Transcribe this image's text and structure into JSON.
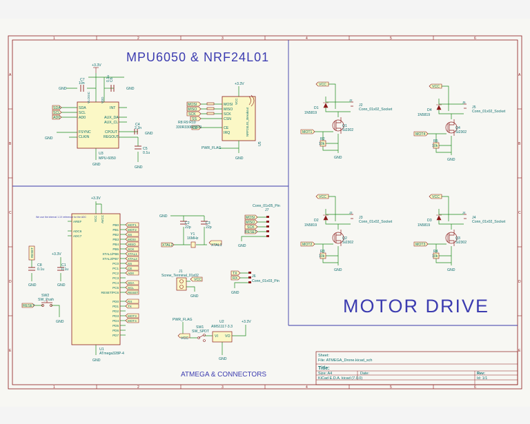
{
  "sections": {
    "mpu_title": "MPU6050 & NRF24L01",
    "atmega_title": "ATMEGA & CONNECTORS",
    "motor_title": "MOTOR DRIVE"
  },
  "border": {
    "letters": [
      "A",
      "B",
      "C",
      "D",
      "E"
    ],
    "numbers": [
      "1",
      "2",
      "3",
      "4",
      "5",
      "6"
    ]
  },
  "title_block": {
    "sheet": "Sheet:",
    "file": "File: ATMEGA_Drone.kicad_sch",
    "title": "Title:",
    "size": "Size: A4",
    "date": "Date:",
    "rev": "Rev:",
    "tool": "KiCad E.D.A.  kicad (7.0.0)",
    "id": "Id: 1/1"
  },
  "mpu": {
    "ref": "U3",
    "value": "MPU-6050",
    "c7_ref": "C7",
    "c7_val": "10n",
    "c6_ref": "C6",
    "c6_val": "0.1u",
    "c4_ref": "C4",
    "c4_val": "2.2n",
    "c5_ref": "C5",
    "c5_val": "0.1u",
    "vcc": "+3.3V",
    "pins_left": [
      "SDA",
      "SCL",
      "AD0",
      "FSYNC",
      "CLKIN"
    ],
    "pins_right": [
      "INT",
      "AUX_DA",
      "AUX_CL",
      "CPOUT",
      "REGOUT"
    ],
    "pin_vlogic": "VLOGIC",
    "pin_vdd": "VDD",
    "labels": [
      "SDA",
      "SCL",
      "AD0"
    ],
    "gnd": "GND"
  },
  "nrf": {
    "ref": "U5",
    "value": "NRF24L01_Breakout",
    "vcc": "+3.3V",
    "pins": [
      "MOSI",
      "MISO",
      "SCK",
      "CSN",
      "CE",
      "IRQ"
    ],
    "pin_vcc": "VCC",
    "labels": [
      "MOSI",
      "MISO",
      "SCK",
      "SS",
      "CE"
    ],
    "resistors": "R8   R9   R10",
    "res_vals": "330R330R330R",
    "pwr_flag": "PWR_FLAG",
    "gnd": "GND"
  },
  "atmega": {
    "ref": "U1",
    "value": "ATmega328P-4",
    "vcc": "+3.3V",
    "note": "We use the internal 1.1V reference for the ADC",
    "pins_left": [
      "AREF",
      "ADC6",
      "ADC7"
    ],
    "pins_right": [
      "PB0",
      "PB1",
      "PB2",
      "PB3",
      "PB4",
      "PB5",
      "XTAL1/PB6",
      "XTAL2/PB7",
      "PC0",
      "PC1",
      "PC2",
      "PC3",
      "PC4",
      "PC5",
      "RESET/PC6",
      "PD0",
      "PD1",
      "PD2",
      "PD3",
      "PD4",
      "PD5",
      "PD6",
      "PD7"
    ],
    "labels": [
      "MOT1",
      "MOT2",
      "SS",
      "MOSI",
      "MISO",
      "SCK",
      "XTAL1",
      "XTAL2",
      "SS",
      "CE",
      "AD0",
      "",
      "SDA",
      "SCL",
      "RESET",
      "RX",
      "TX",
      "",
      "MOT3",
      "MOT4",
      "",
      "",
      ""
    ],
    "pin_vcc": "VCC",
    "pin_avcc": "AVCC",
    "gnd": "GND",
    "r_reset_ref": "R5",
    "r_reset": "RESET",
    "c8_ref": "C8",
    "c8_val": "0.1u",
    "c1_ref": "C1",
    "c1_val": "0.1u",
    "vcc2": "+3.3V",
    "sw_ref": "SW2",
    "sw_val": "SW_Push",
    "reset_label": "RESET"
  },
  "crystal": {
    "c2_ref": "C2",
    "c2_val": "22p",
    "c3_ref": "C3",
    "c3_val": "22p",
    "y_ref": "Y1",
    "y_val": "16MHz",
    "xtal1": "XTAL1",
    "xtal2": "XTAL2",
    "gnd": "GND"
  },
  "connectors": {
    "j7_val": "Conn_01x05_Pin",
    "j7_ref": "J7",
    "j7_pins": [
      "MOSI",
      "MISO",
      "SCK",
      "RESET"
    ],
    "j1_ref": "J1",
    "j1_val": "Screw_Terminal_01x02",
    "vcc_label": "VCC",
    "j6_ref": "J6",
    "j6_val": "Conn_01x03_Pin",
    "j6_pins": [
      "TX",
      "RX"
    ],
    "gnd": "GND"
  },
  "power": {
    "pwr_flag": "PWR_FLAG",
    "sw_ref": "SW1",
    "sw_val": "SW_SPDT",
    "u2_ref": "U2",
    "u2_val": "AMS1117-3.3",
    "vin": "VI",
    "vout": "VO",
    "vcc": "VCC",
    "out": "+3.3V",
    "gnd": "GND"
  },
  "motors": [
    {
      "vcc": "VCC",
      "d_ref": "D1",
      "d_val": "1N5819",
      "j_ref": "J2",
      "j_val": "Conn_01x02_Socket",
      "q_ref": "Q1",
      "q_val": "Si2302",
      "r_ref": "R2",
      "r_val": "10k",
      "label": "MOT1",
      "gnd": "GND"
    },
    {
      "vcc": "VCC",
      "d_ref": "D4",
      "d_val": "1N5819",
      "j_ref": "J5",
      "j_val": "Conn_01x02_Socket",
      "q_ref": "Q4",
      "q_val": "Si2302",
      "r_ref": "R5",
      "r_val": "10k",
      "label": "MOT4",
      "gnd": "GND"
    },
    {
      "vcc": "VCC",
      "d_ref": "D2",
      "d_val": "1N5819",
      "j_ref": "J3",
      "j_val": "Conn_01x02_Socket",
      "q_ref": "Q2",
      "q_val": "Si2302",
      "r_ref": "R3",
      "r_val": "10k",
      "label": "MOT2",
      "gnd": "GND"
    },
    {
      "vcc": "VCC",
      "d_ref": "D3",
      "d_val": "1N5819",
      "j_ref": "J4",
      "j_val": "Conn_01x02_Socket",
      "q_ref": "Q3",
      "q_val": "Si2302",
      "r_ref": "R4",
      "r_val": "10k",
      "label": "MOT3",
      "gnd": "GND"
    }
  ],
  "colors": {
    "paper": "#f4f4f4",
    "frame": "#8b1a1a",
    "wire": "#1a8a1a",
    "body": "#8b1a1a",
    "bodyfill": "#fbf8c6",
    "text": "#0e6e6e",
    "title": "#3c3cb0",
    "divider": "#3a3aa8"
  }
}
